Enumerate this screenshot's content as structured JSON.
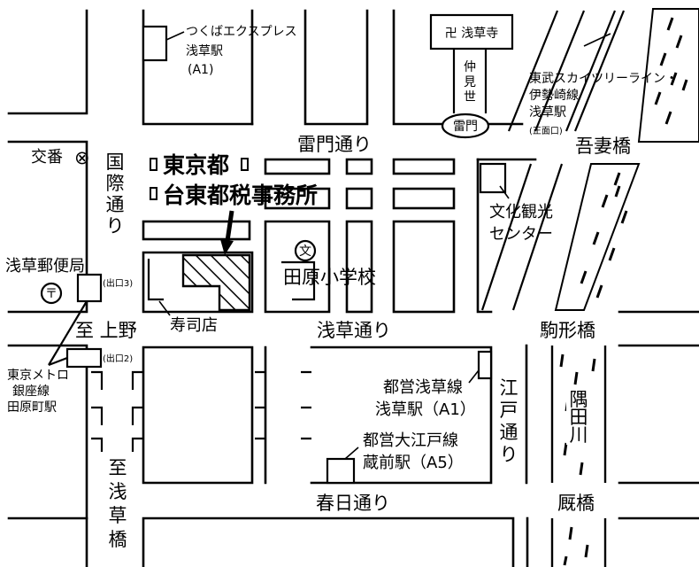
{
  "title": {
    "line1": "東京都",
    "line2": "台東都税事務所"
  },
  "streets": {
    "kaminarimon": "雷門通り",
    "asakusa": "浅草通り",
    "kasuga": "春日通り",
    "kokusai": [
      "国",
      "際",
      "通",
      "り"
    ],
    "edo": [
      "江",
      "戸",
      "通",
      "り"
    ],
    "nakamise": [
      "仲",
      "見",
      "世"
    ],
    "to_ueno": "至 上野",
    "to_asakusabashi": [
      "至",
      "浅",
      "草",
      "橋"
    ],
    "river": [
      "隅",
      "田",
      "川"
    ]
  },
  "bridges": {
    "azuma": "吾妻橋",
    "komagata": "駒形橋",
    "umaya": "厩橋"
  },
  "places": {
    "sensoji": "卍 浅草寺",
    "kaminarimon_gate": "雷門",
    "koban": "交番",
    "koban_symbol": "⊗",
    "post_office": "浅草郵便局",
    "post_symbol": "〒",
    "sushi": "寿司店",
    "school": "田原小学校",
    "school_symbol": "文",
    "culture_center": [
      "文化観光",
      "センター"
    ]
  },
  "stations": {
    "tsukuba": [
      "つくばエクスプレス",
      "浅草駅",
      "(A1)"
    ],
    "tobu": [
      "東武スカイツリーライン・",
      "伊勢崎線",
      "浅草駅",
      "(正面口)"
    ],
    "metro": [
      "東京メトロ",
      "銀座線",
      "田原町駅"
    ],
    "exit3": "(出口3)",
    "exit2": "(出口2)",
    "toei_asakusa": [
      "都営浅草線",
      "浅草駅（A1）"
    ],
    "toei_oedo": [
      "都営大江戸線",
      "蔵前駅（A5）"
    ]
  }
}
